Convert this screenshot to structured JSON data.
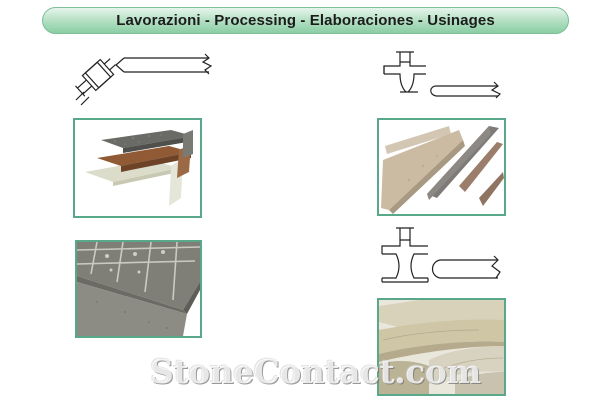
{
  "banner": {
    "title": "Lavorazioni - Processing - Elaboraciones - Usinages"
  },
  "colors": {
    "banner_start": "#eaf7ef",
    "banner_end": "#86cca1",
    "photo_border": "#5aa88a"
  },
  "watermark": {
    "text": "StoneContact.com"
  },
  "figures": [
    {
      "name": "edge-profile-diagram-left",
      "kind": "line-drawing"
    },
    {
      "name": "step-tread-photo",
      "kind": "photo"
    },
    {
      "name": "beveled-tile-photo",
      "kind": "photo"
    },
    {
      "name": "edge-profile-diagram-top-right",
      "kind": "line-drawing"
    },
    {
      "name": "stone-strips-photo",
      "kind": "photo"
    },
    {
      "name": "edge-profile-diagram-bottom-right",
      "kind": "line-drawing"
    },
    {
      "name": "bullnose-edges-photo",
      "kind": "photo"
    }
  ]
}
